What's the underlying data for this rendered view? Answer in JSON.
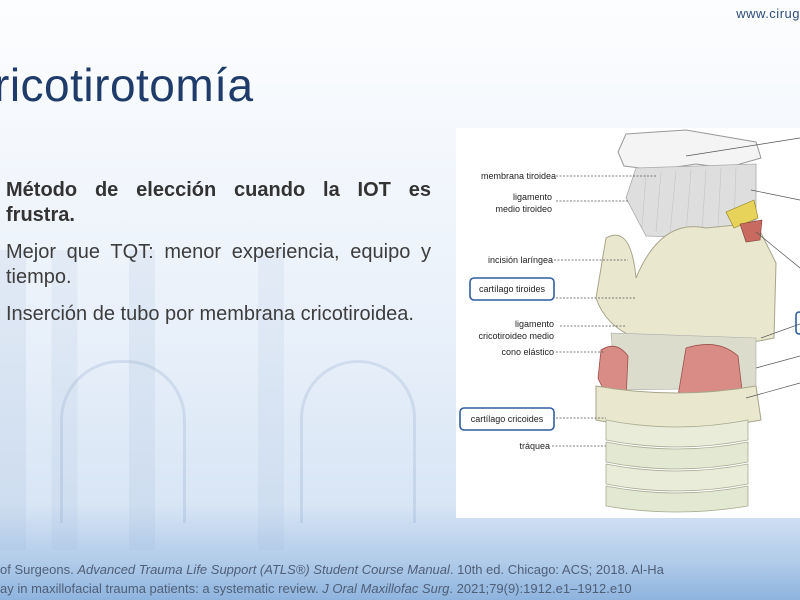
{
  "header": {
    "site_url": "www.cirug"
  },
  "slide": {
    "title": "ricotirotomía",
    "bullets": [
      {
        "text": "Método de elección cuando la IOT es frustra.",
        "bold": true
      },
      {
        "text": "Mejor que TQT: menor experiencia, equipo y tiempo.",
        "bold": false
      },
      {
        "text": "Inserción de tubo por membrana cricotiroidea.",
        "bold": false
      }
    ]
  },
  "figure": {
    "labels": {
      "membrana_tiroidea": "membrana tiroidea",
      "ligamento_1": "ligamento",
      "medio_tiroideo": "medio tiroideo",
      "incision_laringea": "incisión laríngea",
      "cartilago_tiroides": "cartílago tiroides",
      "ligamento_2": "ligamento",
      "cricotiroideo_medio": "cricotiroideo medio",
      "cono_elastico": "cono elástico",
      "cartilago_cricoides": "cartílago cricoides",
      "traquea": "tráquea"
    }
  },
  "references": {
    "line1_start": "of Surgeons. ",
    "line1_italic": "Advanced Trauma Life Support (ATLS®) Student Course Manual",
    "line1_end": ". 10th ed. Chicago: ACS; 2018. Al-Ha",
    "line2_start": "ay in maxillofacial trauma patients: a systematic review. ",
    "line2_italic": "J Oral Maxillofac Surg",
    "line2_end": ". 2021;79(9):1912.e1–1912.e10"
  },
  "colors": {
    "title": "#1f3b6a",
    "highlight_box": "#2f5d9e",
    "cartilage": "#e8e6cc",
    "muscle": "#d98c86"
  }
}
